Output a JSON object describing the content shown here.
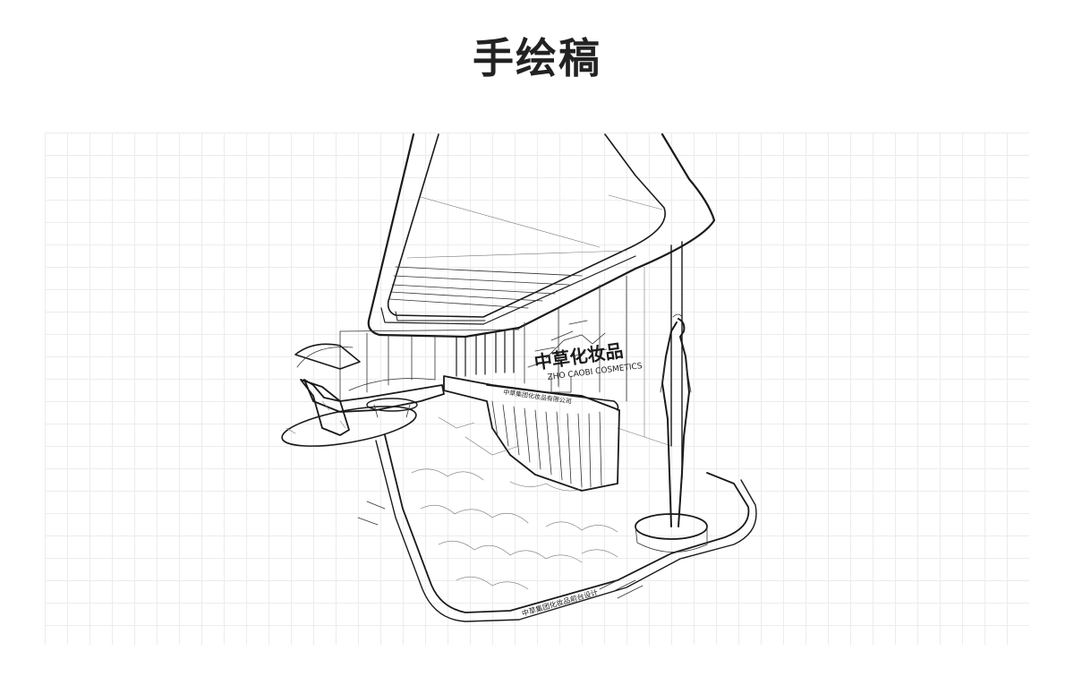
{
  "page": {
    "title": "手绘稿"
  },
  "sketch": {
    "wall_logo_cn": "中草化妆品",
    "wall_logo_en": "ZHO CAOBI COSMETICS",
    "counter_inscription": "中草集团化妆品有限公司",
    "floor_caption": "中草集团化妆品前台设计"
  },
  "colors": {
    "ink": "#1a1a1a",
    "grid": "#ececec",
    "title": "#222222"
  }
}
